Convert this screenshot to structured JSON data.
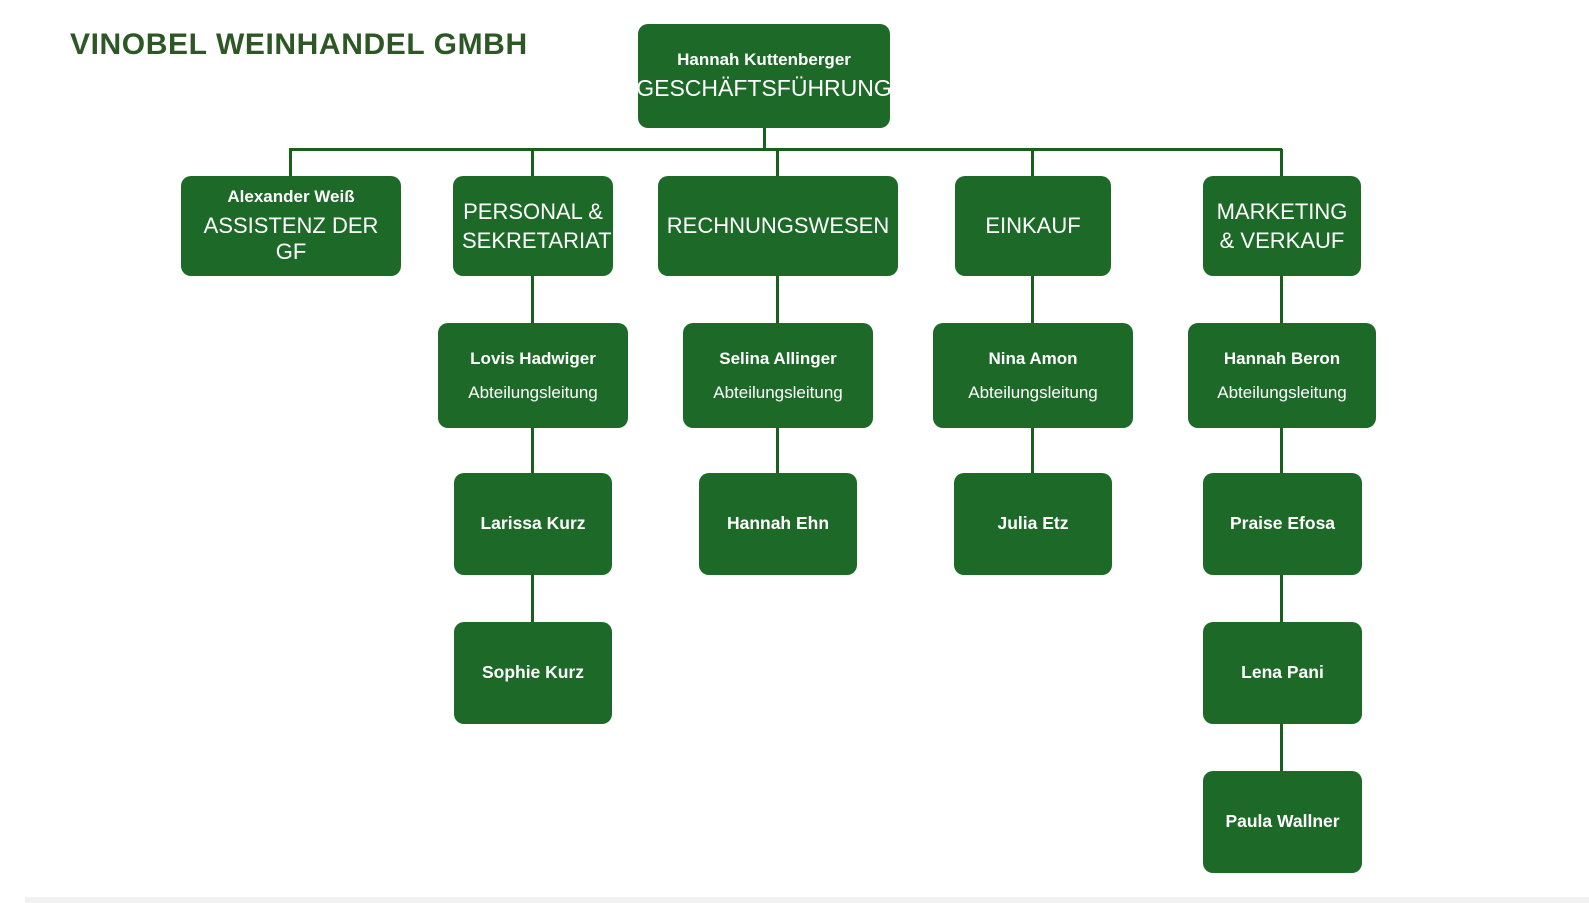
{
  "title": "VINOBEL WEINHANDEL GMBH",
  "colors": {
    "box_green": "#1d6a28",
    "connector_green": "#19601f",
    "title_green": "#2d5724",
    "background": "#ffffff",
    "bottom_bar_gray": "#f2f2f2",
    "text_on_green": "#ffffff"
  },
  "chart": {
    "root": {
      "name": "Hannah Kuttenberger",
      "role": "GESCHÄFTSFÜHRUNG"
    },
    "assistant": {
      "name": "Alexander Weiß",
      "role": "ASSISTENZ DER GF"
    },
    "departments": [
      {
        "label": "PERSONAL & SEKRETARIAT",
        "lead": {
          "name": "Lovis Hadwiger",
          "role": "Abteilungsleitung"
        },
        "members": [
          "Larissa Kurz",
          "Sophie Kurz"
        ]
      },
      {
        "label": "RECHNUNGSWESEN",
        "lead": {
          "name": "Selina Allinger",
          "role": "Abteilungsleitung"
        },
        "members": [
          "Hannah Ehn"
        ]
      },
      {
        "label": "EINKAUF",
        "lead": {
          "name": "Nina Amon",
          "role": "Abteilungsleitung"
        },
        "members": [
          "Julia Etz"
        ]
      },
      {
        "label": "MARKETING & VERKAUF",
        "lead": {
          "name": "Hannah Beron",
          "role": "Abteilungsleitung"
        },
        "members": [
          "Praise Efosa",
          "Lena Pani",
          "Paula Wallner"
        ]
      }
    ]
  }
}
